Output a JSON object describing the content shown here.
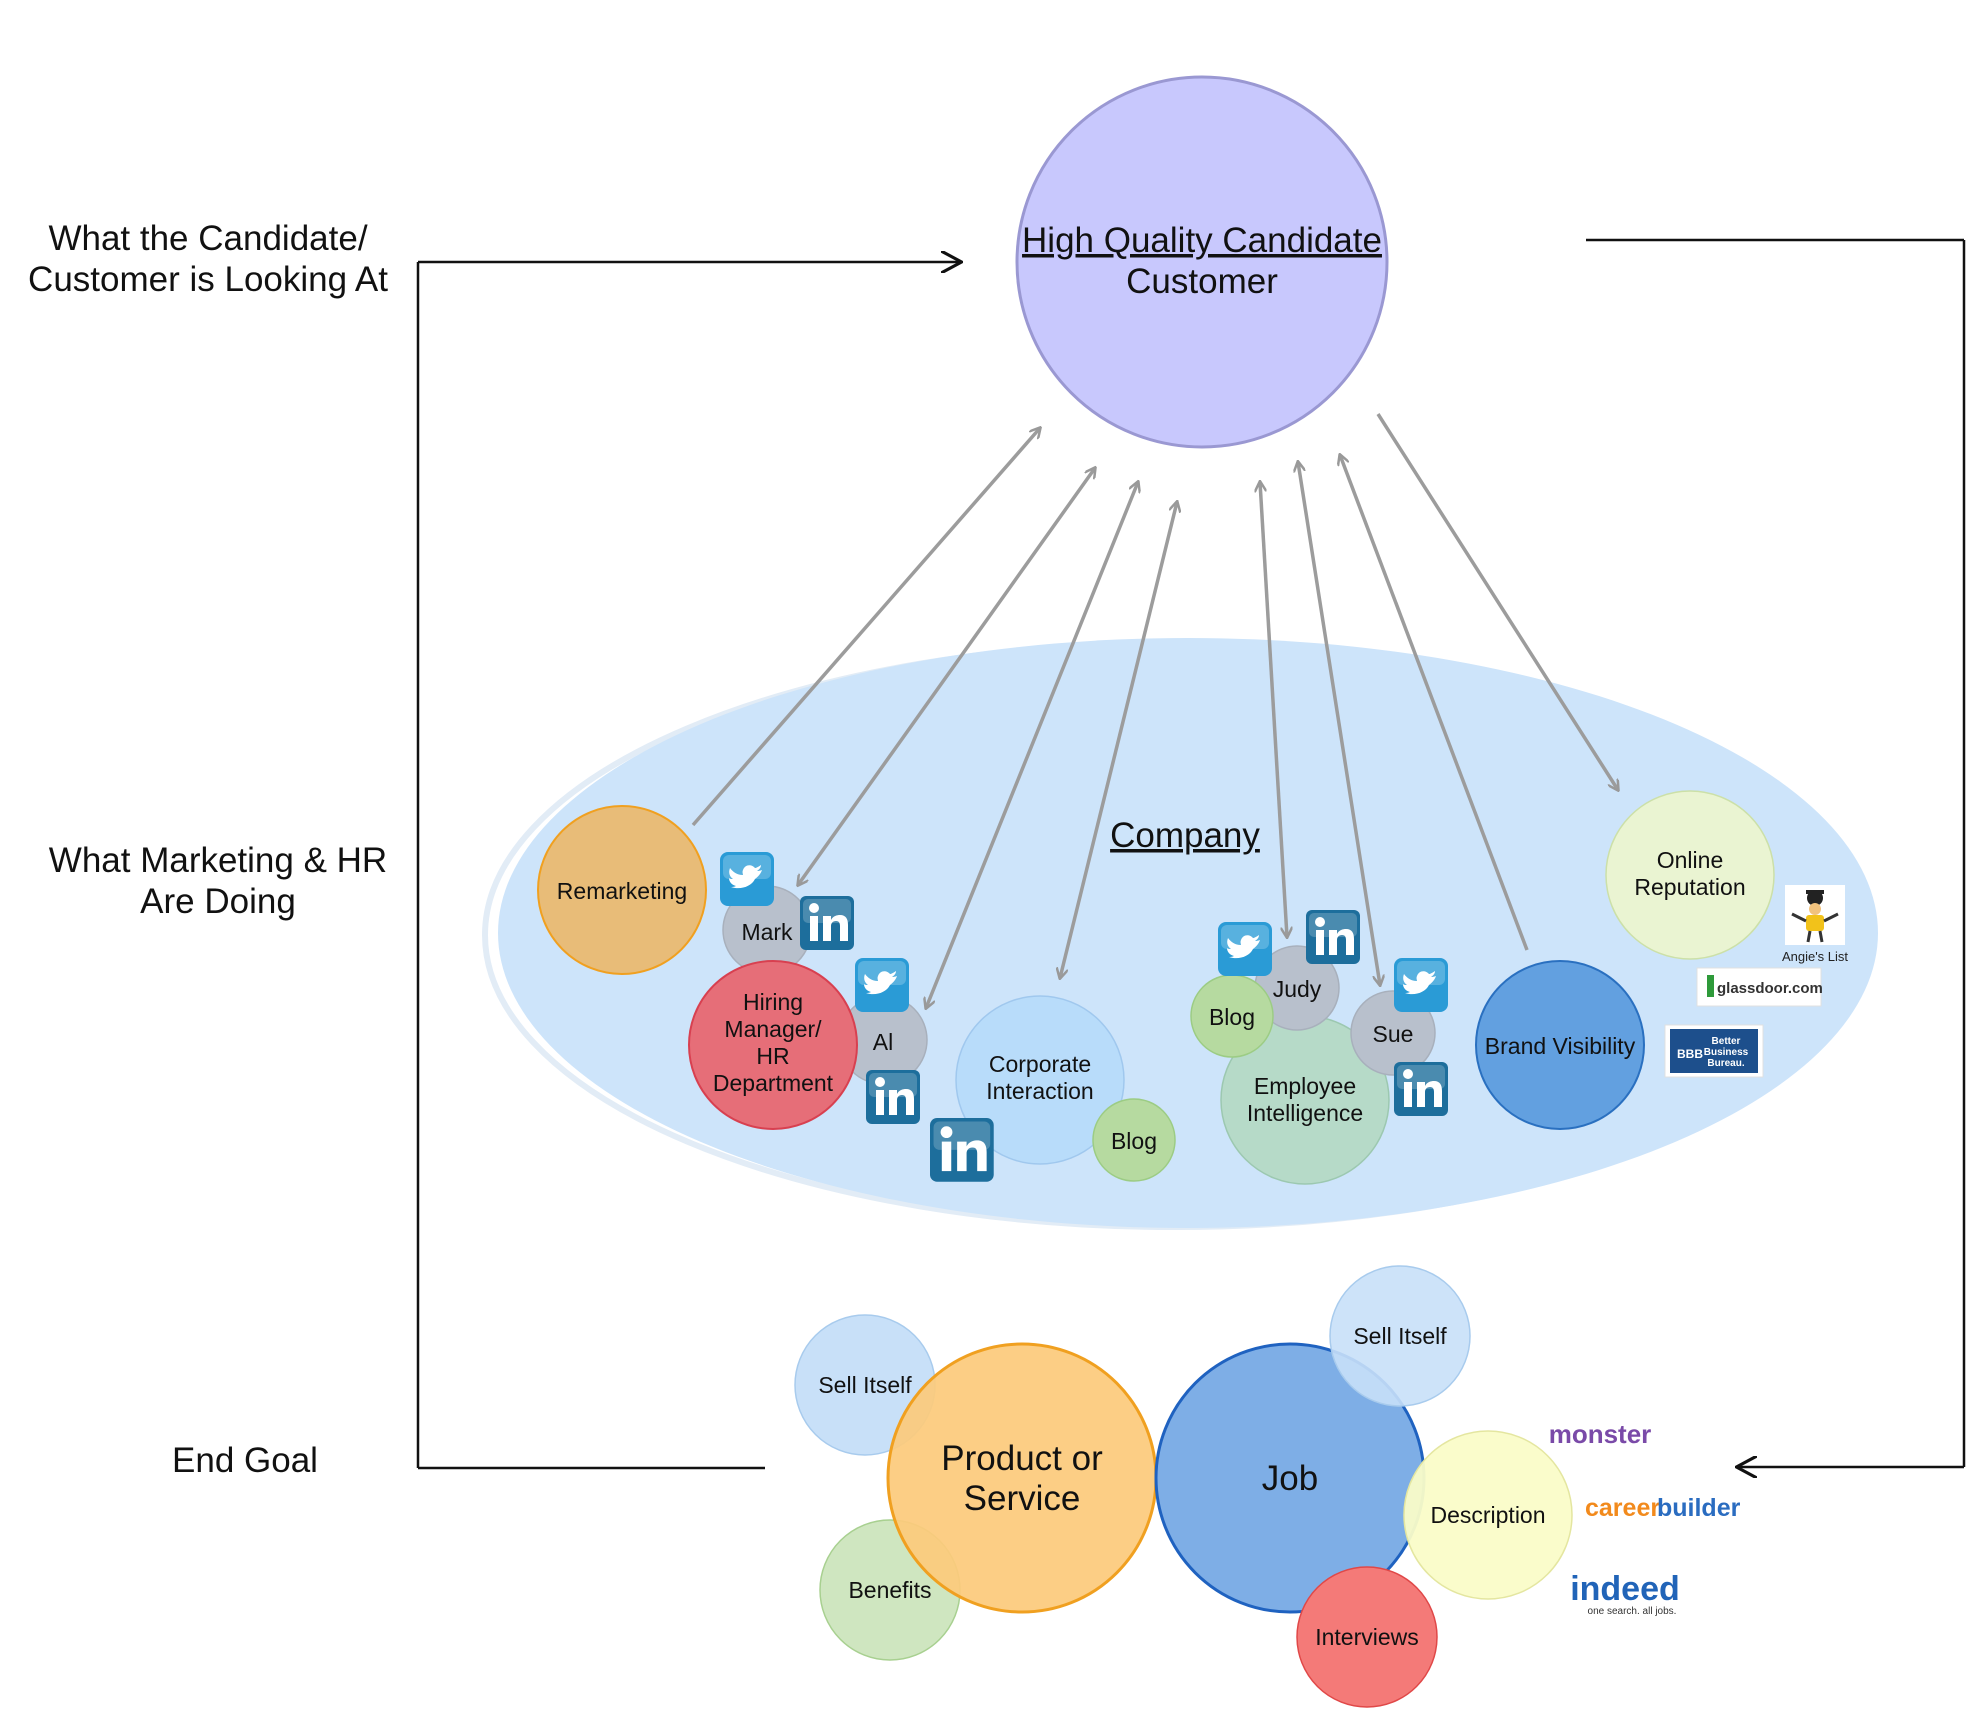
{
  "side_labels": {
    "looking_at": [
      "What the Candidate/",
      "Customer is Looking At"
    ],
    "doing": [
      "What Marketing & HR",
      "Are Doing"
    ],
    "end_goal": "End Goal"
  },
  "top": {
    "title_line1": "High Quality Candidate",
    "title_line2": "Customer"
  },
  "company": {
    "label": "Company",
    "nodes": {
      "remarketing": "Remarketing",
      "mark": "Mark",
      "hiring": [
        "Hiring",
        "Manager/",
        "HR",
        "Department"
      ],
      "al": "Al",
      "corporate": [
        "Corporate",
        "Interaction"
      ],
      "blog_corporate": "Blog",
      "blog_judy": "Blog",
      "judy": "Judy",
      "sue": "Sue",
      "employee": [
        "Employee",
        "Intelligence"
      ],
      "brand": "Brand Visibility",
      "online": [
        "Online",
        "Reputation"
      ]
    },
    "logos": {
      "angies_list": "Angie's List",
      "glassdoor": "glassdoor.com",
      "bbb": [
        "Better",
        "Business",
        "Bureau."
      ],
      "bbb_mark": "BBB"
    }
  },
  "end": {
    "product_service": [
      "Product or",
      "Service"
    ],
    "sell_itself_left": "Sell Itself",
    "benefits": "Benefits",
    "job": "Job",
    "sell_itself_right": "Sell Itself",
    "description": "Description",
    "interviews": "Interviews",
    "logos": {
      "monster": "monster",
      "careerbuilder_1": "career",
      "careerbuilder_2": "builder",
      "indeed": "indeed",
      "indeed_tagline": "one search. all jobs."
    }
  },
  "icons": {
    "twitter": "twitter-icon",
    "linkedin": "linkedin-icon",
    "linkedin_glyph": "in"
  },
  "colors": {
    "top_circle": "#c8c8fc",
    "company_ellipse": "#cfe4fa",
    "remarketing": "#e8bc78",
    "hiring": "#e66e78",
    "brand": "#62a0e0",
    "product": "#fcca7c",
    "job": "#7eaee6",
    "interviews": "#f47a78",
    "description": "#fafcc8",
    "green": "#b6daa0",
    "grey": "#b8c0cc",
    "light_blue": "#c8e0f8"
  }
}
